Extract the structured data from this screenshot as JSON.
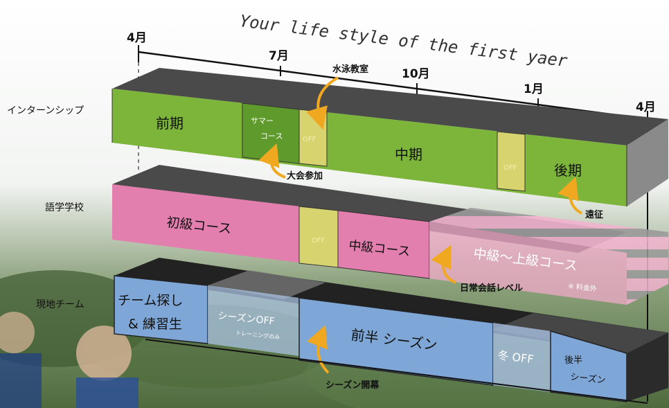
{
  "title": "Your life style of the first yaer",
  "months": [
    "4月",
    "7月",
    "10月",
    "1月",
    "4月"
  ],
  "rows": {
    "internship": {
      "label": "インターンシップ",
      "segments": {
        "zenki": "前期",
        "summer_line1": "サマー",
        "summer_line2": "コース",
        "off1": "OFF",
        "chuki": "中期",
        "off2": "OFF",
        "koki": "後期"
      }
    },
    "language": {
      "label": "語学学校",
      "segments": {
        "shokyu": "初級コース",
        "off": "OFF",
        "chukyu": "中級コース",
        "jokyu": "中級～上級コース",
        "note": "※ 料金外"
      }
    },
    "team": {
      "label": "現地チーム",
      "segments": {
        "search_line1": "チーム探し",
        "search_line2": "& 練習生",
        "season_off": "シーズンOFF",
        "training_only": "トレーニングのみ",
        "first_half": "前半 シーズン",
        "winter_off": "冬 OFF",
        "second_half_line1": "後半",
        "second_half_line2": "シーズン"
      }
    }
  },
  "annotations": {
    "swim": "水泳教室",
    "tournament": "大会参加",
    "expedition": "遠征",
    "conversation": "日常会話レベル",
    "season_open": "シーズン開幕"
  },
  "colors": {
    "internship_green": "#7db53a",
    "language_pink": "#e37fae",
    "team_blue": "#7ea6d6",
    "off_yellow": "#d7d36e",
    "arrow_orange": "#f0a820",
    "block_top": "#555555"
  }
}
